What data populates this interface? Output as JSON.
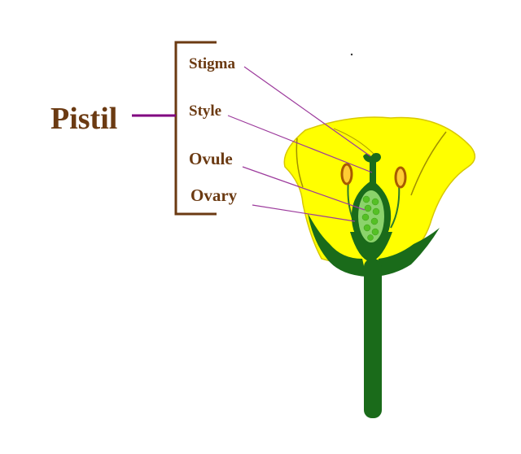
{
  "diagram": {
    "group_label": "Pistil",
    "labels": {
      "stigma": "Stigma",
      "style": "Style",
      "ovule": "Ovule",
      "ovary": "Ovary"
    },
    "colors": {
      "label_text": "#6b3a12",
      "bracket": "#6b3a12",
      "leader_line": "#9c3a9c",
      "petal": "#ffff00",
      "petal_outline": "#c8b400",
      "green_dark": "#1a6b1a",
      "green_light": "#8bd36b",
      "ovule_dot": "#55c025",
      "anther": "#b35a00",
      "background": "#ffffff"
    }
  }
}
